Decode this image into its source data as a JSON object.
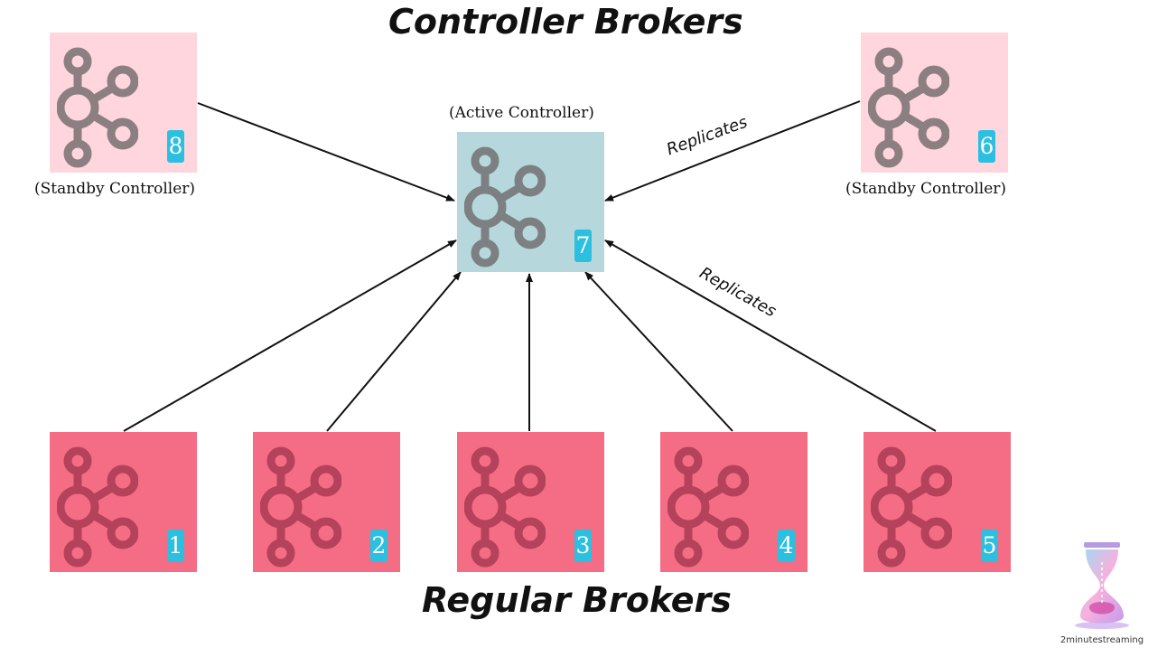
{
  "headings": {
    "top": "Controller Brokers",
    "bottom": "Regular Brokers"
  },
  "colors": {
    "standby_fill": "#ffd6dd",
    "active_fill": "#b6d8dc",
    "regular_fill": "#f56c85",
    "standby_logo": "#8c7f81",
    "active_logo": "#7d8082",
    "regular_logo": "#b3425a",
    "badge": "#2bbfe0",
    "arrow": "#111111"
  },
  "brokers": [
    {
      "id": "8",
      "role": "standby",
      "caption": "(Standby Controller)",
      "icon": "kafka-logo-icon"
    },
    {
      "id": "7",
      "role": "active",
      "caption": "(Active Controller)",
      "icon": "kafka-logo-icon"
    },
    {
      "id": "6",
      "role": "standby",
      "caption": "(Standby Controller)",
      "icon": "kafka-logo-icon"
    },
    {
      "id": "1",
      "role": "regular",
      "caption": "",
      "icon": "kafka-logo-icon"
    },
    {
      "id": "2",
      "role": "regular",
      "caption": "",
      "icon": "kafka-logo-icon"
    },
    {
      "id": "3",
      "role": "regular",
      "caption": "",
      "icon": "kafka-logo-icon"
    },
    {
      "id": "4",
      "role": "regular",
      "caption": "",
      "icon": "kafka-logo-icon"
    },
    {
      "id": "5",
      "role": "regular",
      "caption": "",
      "icon": "kafka-logo-icon"
    }
  ],
  "edges": [
    {
      "from": "8",
      "to": "7",
      "label": ""
    },
    {
      "from": "6",
      "to": "7",
      "label": "Replicates"
    },
    {
      "from": "1",
      "to": "7",
      "label": ""
    },
    {
      "from": "2",
      "to": "7",
      "label": ""
    },
    {
      "from": "3",
      "to": "7",
      "label": ""
    },
    {
      "from": "4",
      "to": "7",
      "label": ""
    },
    {
      "from": "5",
      "to": "7",
      "label": "Replicates"
    }
  ],
  "watermark": {
    "text": "2minutestreaming",
    "icon": "hourglass-logo-icon"
  }
}
